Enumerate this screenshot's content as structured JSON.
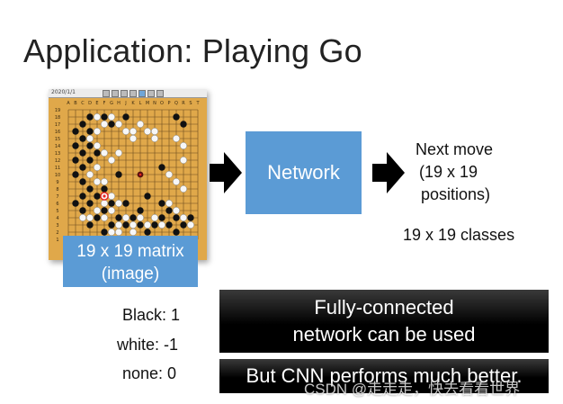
{
  "slide": {
    "title": "Application: Playing Go"
  },
  "board": {
    "toolbar_caption": "2020/1/1",
    "col_letters": [
      "A",
      "B",
      "C",
      "D",
      "E",
      "F",
      "G",
      "H",
      "J",
      "K",
      "L",
      "M",
      "N",
      "O",
      "P",
      "Q",
      "R",
      "S",
      "T"
    ],
    "grid_size": 19,
    "colors": {
      "wood": "#e0a84a",
      "line": "#6b4a1e",
      "black": "#111111",
      "white": "#f7f7f7",
      "highlight": "#e8231f"
    },
    "black_stones": [
      [
        3,
        1
      ],
      [
        5,
        1
      ],
      [
        6,
        2
      ],
      [
        2,
        2
      ],
      [
        3,
        3
      ],
      [
        1,
        3
      ],
      [
        2,
        4
      ],
      [
        1,
        5
      ],
      [
        2,
        6
      ],
      [
        1,
        7
      ],
      [
        2,
        8
      ],
      [
        3,
        7
      ],
      [
        4,
        6
      ],
      [
        3,
        5
      ],
      [
        2,
        10
      ],
      [
        1,
        9
      ],
      [
        3,
        11
      ],
      [
        2,
        12
      ],
      [
        1,
        13
      ],
      [
        3,
        13
      ],
      [
        2,
        14
      ],
      [
        4,
        15
      ],
      [
        3,
        16
      ],
      [
        5,
        17
      ],
      [
        6,
        16
      ],
      [
        7,
        15
      ],
      [
        8,
        16
      ],
      [
        9,
        15
      ],
      [
        10,
        16
      ],
      [
        11,
        17
      ],
      [
        12,
        16
      ],
      [
        13,
        15
      ],
      [
        14,
        14
      ],
      [
        15,
        15
      ],
      [
        16,
        16
      ],
      [
        5,
        14
      ],
      [
        6,
        13
      ],
      [
        8,
        13
      ],
      [
        11,
        12
      ],
      [
        13,
        13
      ],
      [
        10,
        14
      ],
      [
        17,
        15
      ],
      [
        14,
        16
      ],
      [
        15,
        17
      ],
      [
        4,
        12
      ],
      [
        5,
        11
      ],
      [
        7,
        9
      ],
      [
        8,
        1
      ],
      [
        13,
        8
      ],
      [
        15,
        1
      ],
      [
        16,
        2
      ]
    ],
    "white_stones": [
      [
        4,
        1
      ],
      [
        6,
        1
      ],
      [
        7,
        2
      ],
      [
        5,
        2
      ],
      [
        4,
        3
      ],
      [
        8,
        3
      ],
      [
        9,
        4
      ],
      [
        10,
        2
      ],
      [
        11,
        3
      ],
      [
        12,
        4
      ],
      [
        3,
        4
      ],
      [
        4,
        5
      ],
      [
        5,
        6
      ],
      [
        4,
        8
      ],
      [
        3,
        9
      ],
      [
        4,
        10
      ],
      [
        4,
        14
      ],
      [
        5,
        15
      ],
      [
        6,
        14
      ],
      [
        7,
        16
      ],
      [
        8,
        15
      ],
      [
        9,
        16
      ],
      [
        10,
        15
      ],
      [
        11,
        16
      ],
      [
        12,
        15
      ],
      [
        13,
        16
      ],
      [
        6,
        17
      ],
      [
        7,
        17
      ],
      [
        9,
        17
      ],
      [
        5,
        13
      ],
      [
        6,
        12
      ],
      [
        7,
        13
      ],
      [
        14,
        13
      ],
      [
        15,
        14
      ],
      [
        16,
        15
      ],
      [
        17,
        16
      ],
      [
        16,
        7
      ],
      [
        12,
        3
      ],
      [
        14,
        9
      ],
      [
        15,
        10
      ],
      [
        16,
        11
      ],
      [
        7,
        6
      ],
      [
        6,
        7
      ],
      [
        2,
        15
      ],
      [
        3,
        15
      ],
      [
        5,
        10
      ],
      [
        9,
        3
      ],
      [
        15,
        4
      ],
      [
        16,
        5
      ]
    ],
    "highlight_stone": [
      5,
      12
    ],
    "center_mark": [
      10,
      9
    ]
  },
  "matrix_label": {
    "line1": "19 x 19 matrix",
    "line2": "(image)"
  },
  "network": {
    "label": "Network"
  },
  "output": {
    "line1": "Next move",
    "line2": "(19 x 19",
    "line3": "positions)",
    "classes": "19 x 19 classes"
  },
  "encoding": {
    "black": "Black: 1",
    "white": "white: -1",
    "none": "none: 0"
  },
  "notes": {
    "fully_connected_line1": "Fully-connected",
    "fully_connected_line2": "network can be used",
    "cnn_better": "But CNN performs much better."
  },
  "watermark": "CSDN @走走走，快去看看世界",
  "colors": {
    "accent_blue": "#5b9bd5",
    "arrow": "#000000"
  }
}
